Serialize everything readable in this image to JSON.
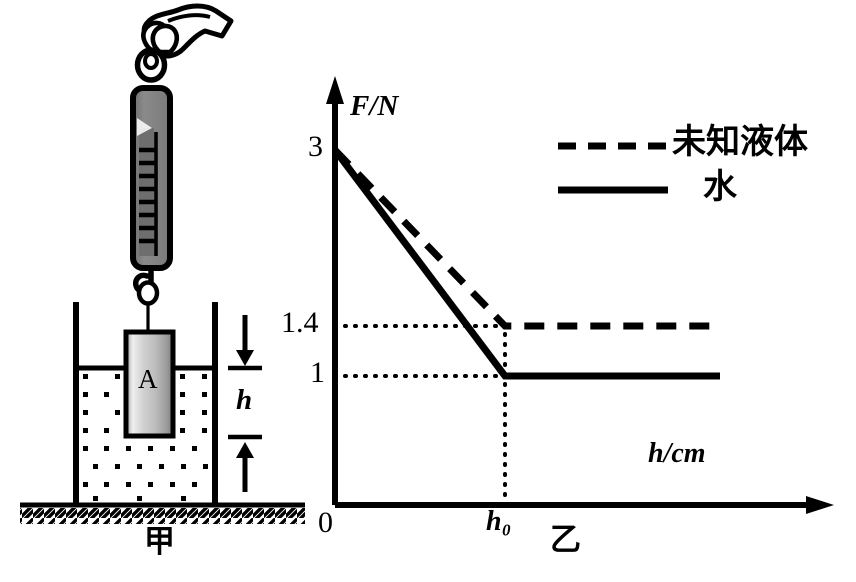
{
  "figure": {
    "left_panel": {
      "caption": "甲",
      "block_label": "A",
      "height_label": "h",
      "instrument": "spring-scale",
      "liquid_fill": "dotted"
    },
    "right_panel": {
      "caption": "乙"
    }
  },
  "chart_data": {
    "type": "line",
    "title": "",
    "xlabel": "h/cm",
    "ylabel": "F/N",
    "xlim": [
      0,
      6
    ],
    "ylim": [
      0,
      3.6
    ],
    "grid": false,
    "legend_position": "top-right",
    "x_ticks": [
      {
        "value": 0,
        "label": "0"
      },
      {
        "value": 3.1,
        "label": "h₀"
      }
    ],
    "y_ticks": [
      {
        "value": 3,
        "label": "3"
      },
      {
        "value": 1.4,
        "label": "1.4"
      },
      {
        "value": 1,
        "label": "1"
      }
    ],
    "series": [
      {
        "name": "未知液体",
        "style": "dashed",
        "points": [
          [
            0,
            3
          ],
          [
            3.1,
            1.4
          ],
          [
            5.4,
            1.4
          ]
        ]
      },
      {
        "name": "水",
        "style": "solid",
        "points": [
          [
            0,
            3
          ],
          [
            3.1,
            1
          ],
          [
            5.4,
            1
          ]
        ]
      }
    ],
    "guide_lines": [
      {
        "type": "horizontal",
        "value": 1.4,
        "style": "dotted"
      },
      {
        "type": "horizontal",
        "value": 1,
        "style": "dotted"
      },
      {
        "type": "vertical",
        "value": 3.1,
        "style": "dotted"
      }
    ],
    "annotations": []
  },
  "legend": {
    "items": [
      {
        "label": "未知液体",
        "style": "dashed"
      },
      {
        "label": "水",
        "style": "solid"
      }
    ]
  },
  "colors": {
    "ink": "#000000",
    "scale_body": "#808080",
    "block_light": "#f2f2f2",
    "block_mid": "#b8b8b8",
    "block_dark": "#8a8a8a"
  }
}
